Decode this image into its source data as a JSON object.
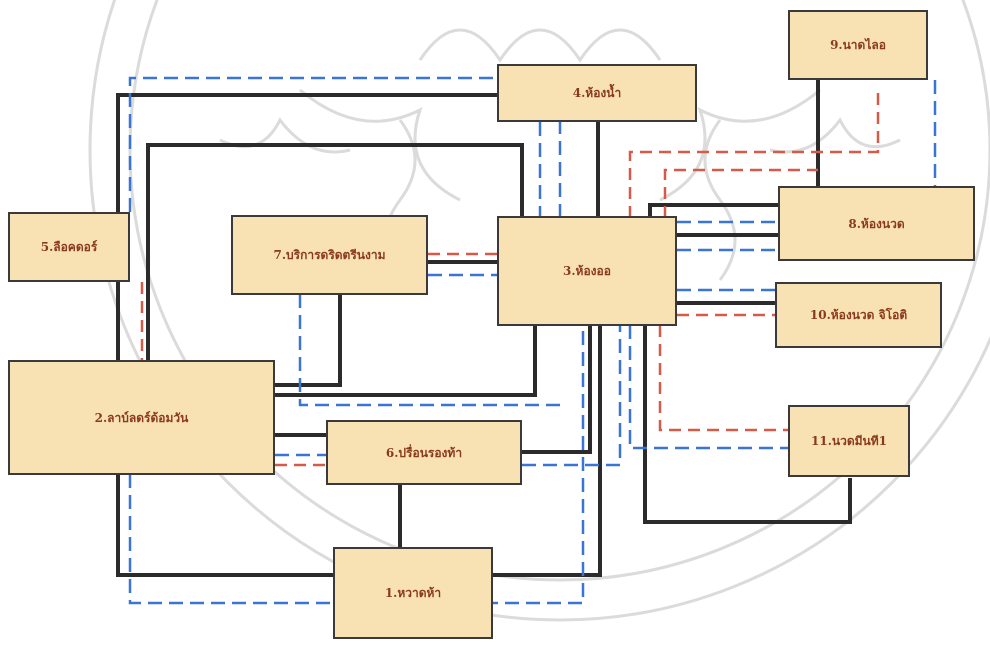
{
  "nodes": {
    "n1": "1.หวาดห้า",
    "n2": "2.ลาบ์ลดร์ด้อมวัน",
    "n3": "3.ห้องออ",
    "n4": "4.ห้องน้ำ",
    "n5": "5.ลือคดอร์",
    "n6": "6.ปรื่อนรองท้า",
    "n7": "7.บริการดริดตรีนงาม",
    "n8": "8.ห้องนวด",
    "n9": "9.นาดไลอ",
    "n10": "10.ห้องนวด จิโอติ",
    "n11": "11.นวดมีนที1"
  },
  "colors": {
    "box_fill": "#f8e2b4",
    "solid_link": "#2b2b2b",
    "dashed_blue": "#3a74d6",
    "dashed_red": "#d65a4a",
    "watermark": "#c9c9c9"
  }
}
